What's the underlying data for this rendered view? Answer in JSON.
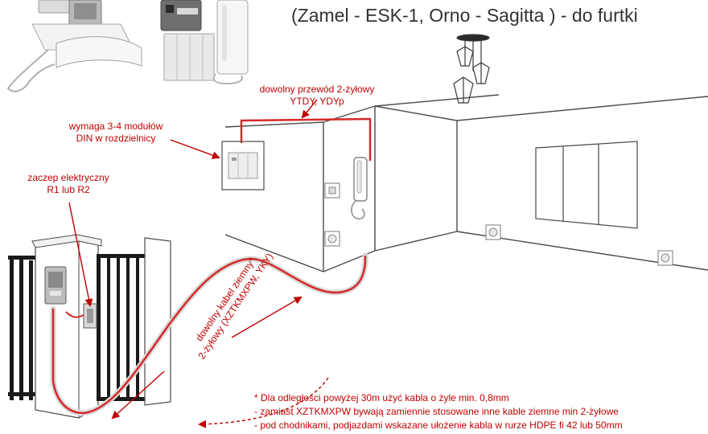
{
  "title": "(Zamel - ESK-1, Orno - Sagitta ) - do furtki",
  "labels": {
    "din_line1": "wymaga 3-4 modułów",
    "din_line2": "DIN w rozdzielnicy",
    "wire_line1": "dowolny przewód 2-żyłowy",
    "wire_line2": "YTDY, YDYp",
    "strike_line1": "zaczep elektryczny",
    "strike_line2": "R1 lub R2",
    "ground_line1": "dowolny kabel ziemny*",
    "ground_line2": "2-żyłowy (XZTKMXPW, YKY)"
  },
  "notes": [
    "* Dla odległości powyżej 30m użyć kabla o żyle min. 0,8mm",
    "- zamiast XZTKMXPW bywają zamiennie stosowane inne kable ziemne min 2-żyłowe",
    "- pod chodnikami, podjazdami wskazane ułożenie kabla w rurze HDPE fi 42 lub 50mm"
  ],
  "colors": {
    "accent": "#c00000",
    "cable": "#d42a2a",
    "conduit": "#d9d9d9",
    "outline": "#4a4a4a",
    "title": "#333333"
  },
  "icons": {
    "product_photos": "intercom-kit-photo",
    "lamp": "pendant-lamp-icon",
    "gate": "gate-icon",
    "outdoor_panel": "outdoor-panel-icon",
    "electric_strike": "electric-strike-icon",
    "din_module": "din-module-icon",
    "handset": "intercom-handset-icon",
    "socket": "wall-socket-icon",
    "switch": "light-switch-icon",
    "window": "window-icon"
  }
}
